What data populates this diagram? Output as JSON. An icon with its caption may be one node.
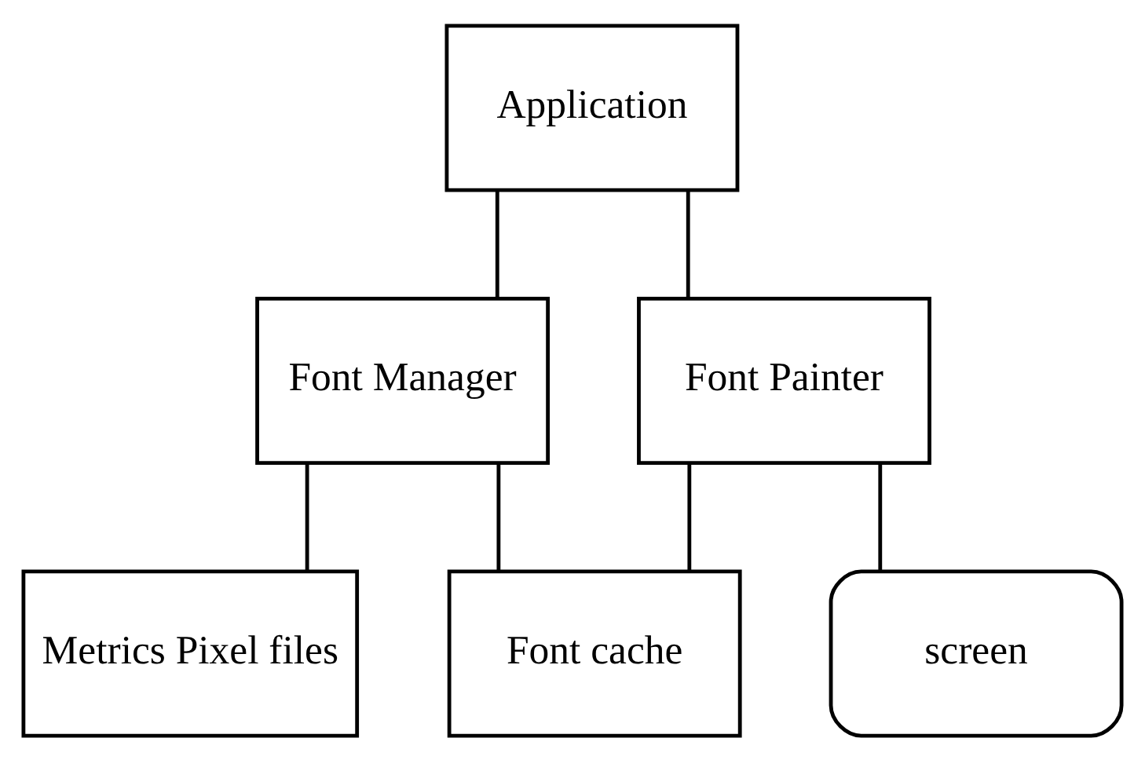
{
  "diagram": {
    "nodes": [
      {
        "text": [
          "Application"
        ]
      },
      {
        "text": [
          "Font Manager"
        ]
      },
      {
        "text": [
          "Font Painter"
        ]
      },
      {
        "text": [
          "Metrics Pixel files"
        ]
      },
      {
        "text": [
          "Font cache"
        ]
      },
      {
        "text": [
          "screen"
        ]
      }
    ],
    "edges": [
      {
        "from": 0,
        "to": 1,
        "arrow": "none"
      },
      {
        "from": 0,
        "to": 2,
        "arrow": "none"
      },
      {
        "from": 1,
        "to": 3,
        "arrow": "none"
      },
      {
        "from": 1,
        "to": 4,
        "arrow": "none"
      },
      {
        "from": 2,
        "to": 4,
        "arrow": "none"
      },
      {
        "from": 2,
        "to": 5,
        "arrow": "none"
      }
    ]
  }
}
